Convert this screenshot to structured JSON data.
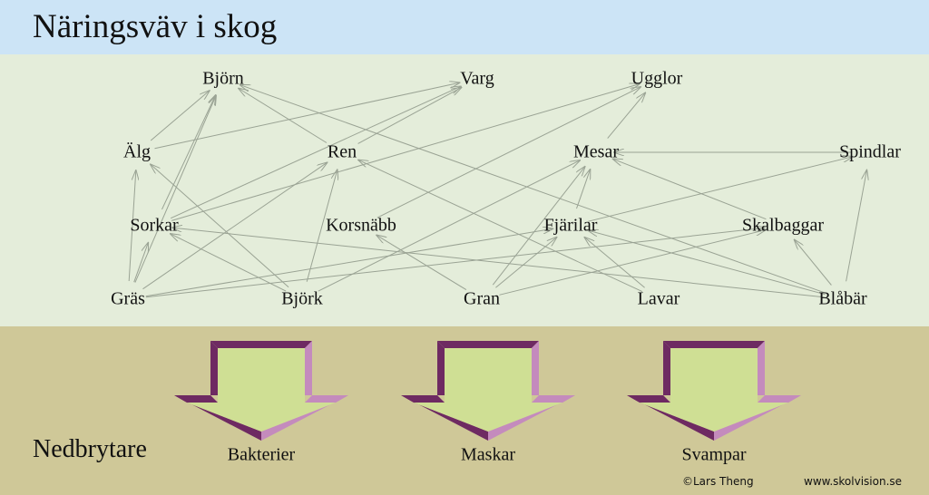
{
  "header": {
    "title": "Näringsväv i skog"
  },
  "foodweb": {
    "nodes": [
      {
        "id": "bjorn",
        "label": "Björn"
      },
      {
        "id": "varg",
        "label": "Varg"
      },
      {
        "id": "ugglor",
        "label": "Ugglor"
      },
      {
        "id": "alg",
        "label": "Älg"
      },
      {
        "id": "ren",
        "label": "Ren"
      },
      {
        "id": "mesar",
        "label": "Mesar"
      },
      {
        "id": "spindlar",
        "label": "Spindlar"
      },
      {
        "id": "sorkar",
        "label": "Sorkar"
      },
      {
        "id": "korsnabb",
        "label": "Korsnäbb"
      },
      {
        "id": "fjarilar",
        "label": "Fjärilar"
      },
      {
        "id": "skalbaggar",
        "label": "Skalbaggar"
      },
      {
        "id": "gras",
        "label": "Gräs"
      },
      {
        "id": "bjork",
        "label": "Björk"
      },
      {
        "id": "gran",
        "label": "Gran"
      },
      {
        "id": "lavar",
        "label": "Lavar"
      },
      {
        "id": "blabar",
        "label": "Blåbär"
      }
    ],
    "edges": [
      [
        "gras",
        "alg"
      ],
      [
        "gras",
        "bjorn"
      ],
      [
        "gras",
        "sorkar"
      ],
      [
        "gras",
        "ren"
      ],
      [
        "gras",
        "fjarilar"
      ],
      [
        "gras",
        "skalbaggar"
      ],
      [
        "sorkar",
        "bjorn"
      ],
      [
        "sorkar",
        "varg"
      ],
      [
        "sorkar",
        "ugglor"
      ],
      [
        "alg",
        "bjorn"
      ],
      [
        "alg",
        "varg"
      ],
      [
        "ren",
        "bjorn"
      ],
      [
        "ren",
        "varg"
      ],
      [
        "korsnabb",
        "ugglor"
      ],
      [
        "mesar",
        "ugglor"
      ],
      [
        "spindlar",
        "mesar"
      ],
      [
        "bjork",
        "alg"
      ],
      [
        "bjork",
        "sorkar"
      ],
      [
        "bjork",
        "ren"
      ],
      [
        "bjork",
        "mesar"
      ],
      [
        "fjarilar",
        "mesar"
      ],
      [
        "fjarilar",
        "spindlar"
      ],
      [
        "gran",
        "korsnabb"
      ],
      [
        "gran",
        "mesar"
      ],
      [
        "gran",
        "fjarilar"
      ],
      [
        "gran",
        "skalbaggar"
      ],
      [
        "lavar",
        "ren"
      ],
      [
        "lavar",
        "fjarilar"
      ],
      [
        "skalbaggar",
        "mesar"
      ],
      [
        "blabar",
        "bjorn"
      ],
      [
        "blabar",
        "sorkar"
      ],
      [
        "blabar",
        "fjarilar"
      ],
      [
        "blabar",
        "skalbaggar"
      ],
      [
        "blabar",
        "spindlar"
      ]
    ]
  },
  "decomposers": {
    "title": "Nedbrytare",
    "items": [
      {
        "id": "bakterier",
        "label": "Bakterier"
      },
      {
        "id": "maskar",
        "label": "Maskar"
      },
      {
        "id": "svampar",
        "label": "Svampar"
      }
    ]
  },
  "credits": {
    "author": "©Lars Theng",
    "website": "www.skolvision.se"
  },
  "colors": {
    "header_bg": "#cce4f6",
    "web_bg": "#e4edda",
    "decomp_bg": "#cfc898",
    "arrow_line": "#9aa394",
    "big_arrow_fill": "#cfdf94",
    "big_arrow_dark": "#6e2a62",
    "big_arrow_light": "#c48bbd"
  }
}
